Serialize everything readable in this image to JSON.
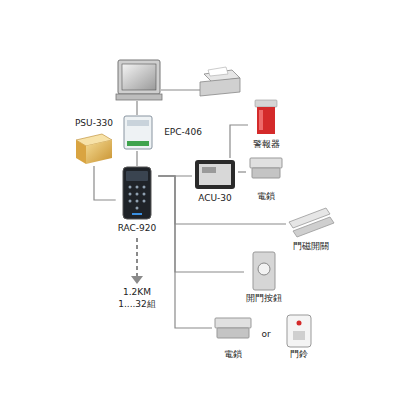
{
  "diagram": {
    "nodes": [
      {
        "text": [
          "PSU-330"
        ]
      },
      {
        "text": [
          "EPC-406"
        ]
      },
      {
        "text": [
          "警報器"
        ]
      },
      {
        "text": [
          "電鎖"
        ]
      },
      {
        "text": [
          "ACU-30"
        ]
      },
      {
        "text": [
          "RAC-920"
        ]
      },
      {
        "text": [
          "門磁開關"
        ]
      },
      {
        "text": [
          "開門按鈕"
        ]
      },
      {
        "text": [
          "電鎖"
        ]
      },
      {
        "text": [
          "門鈴"
        ]
      }
    ],
    "edges": [
      {
        "from": 0,
        "to": 5,
        "arrow": "none"
      },
      {
        "from": 1,
        "to": 5,
        "arrow": "none"
      },
      {
        "from": 5,
        "to": 4,
        "arrow": "none"
      },
      {
        "from": 4,
        "to": 2,
        "arrow": "none"
      },
      {
        "from": 4,
        "to": 3,
        "arrow": "none"
      },
      {
        "from": 5,
        "to": 6,
        "arrow": "none"
      },
      {
        "from": 5,
        "to": 7,
        "arrow": "none"
      },
      {
        "from": 5,
        "to": 8,
        "arrow": "none"
      }
    ],
    "labels": [
      "1.2KM",
      "1....32組",
      "or"
    ]
  }
}
